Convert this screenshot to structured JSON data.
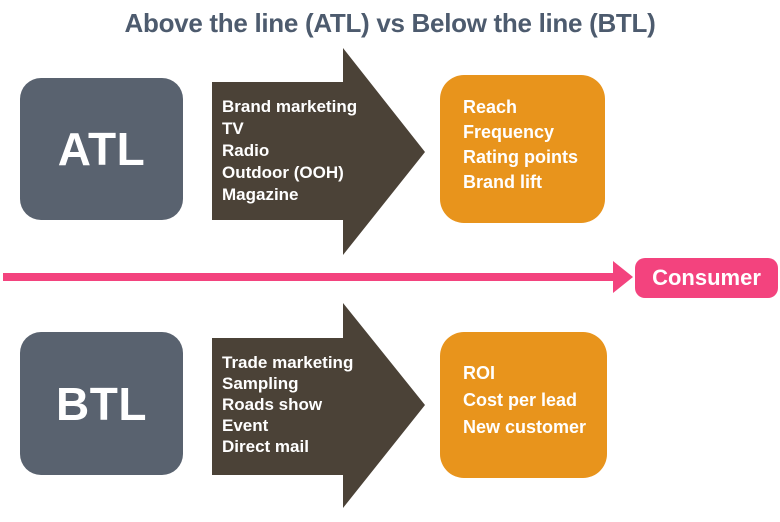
{
  "title": "Above the line (ATL) vs Below the line (BTL)",
  "atl": {
    "label": "ATL",
    "channels": [
      "Brand marketing",
      "TV",
      "Radio",
      "Outdoor (OOH)",
      "Magazine"
    ],
    "metrics": [
      "Reach",
      "Frequency",
      "Rating points",
      "Brand lift"
    ]
  },
  "btl": {
    "label": "BTL",
    "channels": [
      "Trade marketing",
      "Sampling",
      "Roads show",
      "Event",
      "Direct mail"
    ],
    "metrics": [
      "ROI",
      "Cost per lead",
      "New customer"
    ]
  },
  "consumer": {
    "label": "Consumer"
  },
  "colors": {
    "title_text": "#4d5b6e",
    "gray_box": "#59626f",
    "arrow_brown": "#4b4237",
    "orange_box": "#e8941c",
    "consumer_pink": "#f3437e",
    "text_on_shapes": "#ffffff"
  }
}
